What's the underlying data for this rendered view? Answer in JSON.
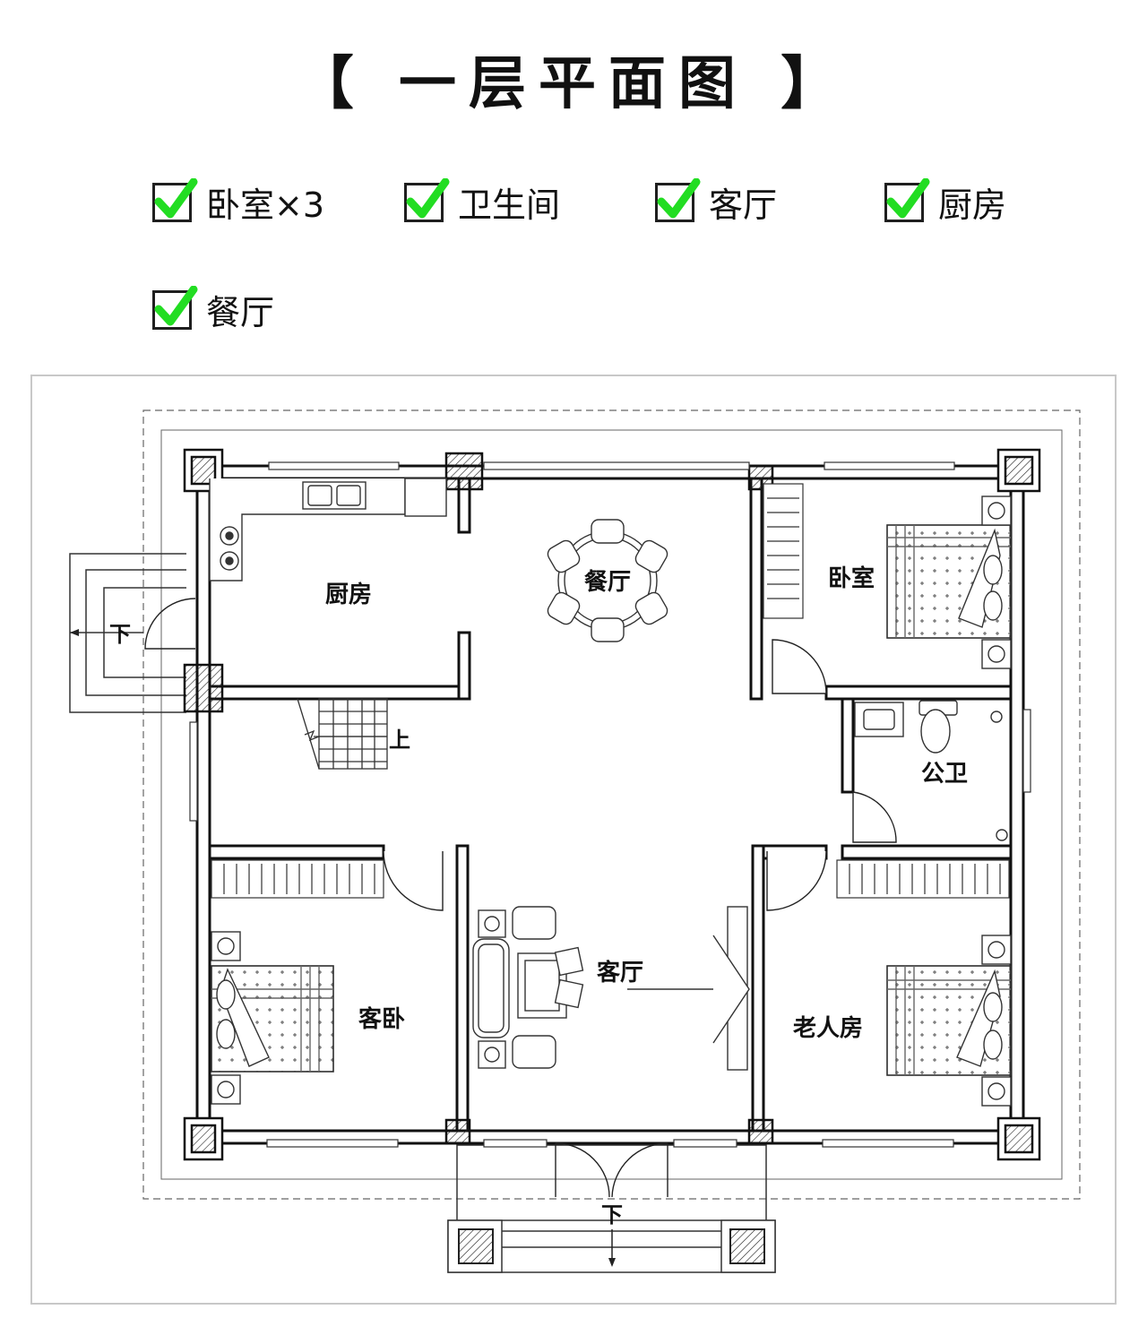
{
  "title": "【 一层平面图 】",
  "check_color": "#22dd22",
  "features": [
    "卧室×3",
    "卫生间",
    "客厅",
    "厨房",
    "餐厅"
  ],
  "rooms": {
    "kitchen": "厨房",
    "dining": "餐厅",
    "bedroom": "卧室",
    "bathroom": "公卫",
    "guest_bedroom": "客卧",
    "living": "客厅",
    "elder_room": "老人房"
  },
  "directions": {
    "side_down": "下",
    "stairs_up": "上",
    "front_down": "下"
  }
}
